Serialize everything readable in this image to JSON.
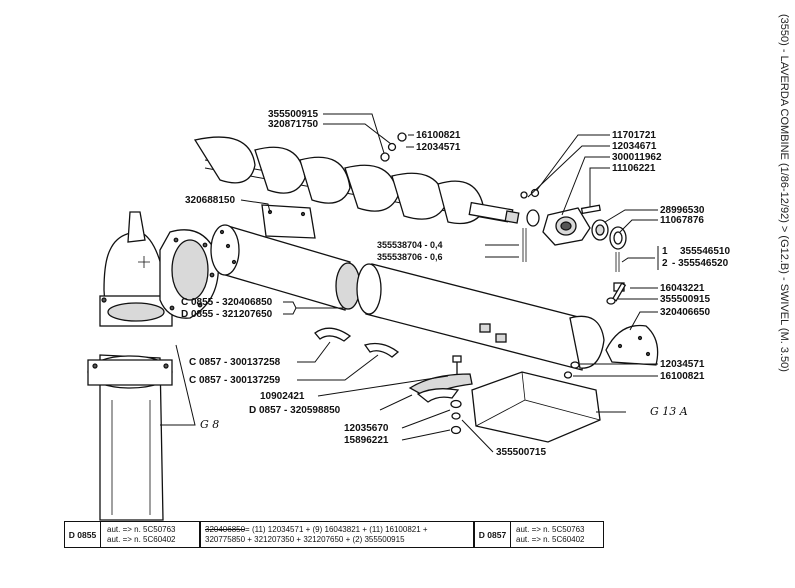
{
  "side_title": "(3550) - LAVERDA COMBINE (1/86-12/92) > (G12.B) - SWIVEL (M. 3.50)",
  "labels": {
    "p355500915a": "355500915",
    "p320871750": "320871750",
    "p16100821a": "16100821",
    "p12034571a": "12034571",
    "p320688150": "320688150",
    "p11701721": "11701721",
    "p12034671": "12034671",
    "p300011962": "300011962",
    "p11106221": "11106221",
    "p28996530": "28996530",
    "p11067876": "11067876",
    "shim1": "355538704 - 0,4",
    "shim2": "355538706 - 0,6",
    "opt1_num": "1",
    "opt1_val": "355546510",
    "opt2_num": "2",
    "opt2_val": "- 355546520",
    "p16043221": "16043221",
    "p355500915b": "355500915",
    "p320406650": "320406650",
    "c0855": "C 0855 - 320406850",
    "d0855": "D 0855 - 321207650",
    "c0857a": "C 0857 - 300137258",
    "c0857b": "C 0857 - 300137259",
    "p10902421": "10902421",
    "d0857": "D 0857 - 320598850",
    "p12035670": "12035670",
    "p15896221": "15896221",
    "p355500715": "355500715",
    "p12034571b": "12034571",
    "p16100821b": "16100821",
    "ref_g8": "G 8",
    "ref_g13a": "G 13 A"
  },
  "footer": {
    "code_left": "D 0855",
    "aut_left_1": "aut. => n. 5C50763",
    "aut_left_2": "aut. => n. 5C60402",
    "formula_strike": "320406850",
    "formula_1_rest": "= (11) 12034571 + (9) 16043821 + (11) 16100821 +",
    "formula_2": "320775850 + 321207350 + 321207650 + (2) 355500915",
    "code_right": "D 0857",
    "aut_right_1": "aut. => n. 5C50763",
    "aut_right_2": "aut. => n. 5C60402"
  }
}
